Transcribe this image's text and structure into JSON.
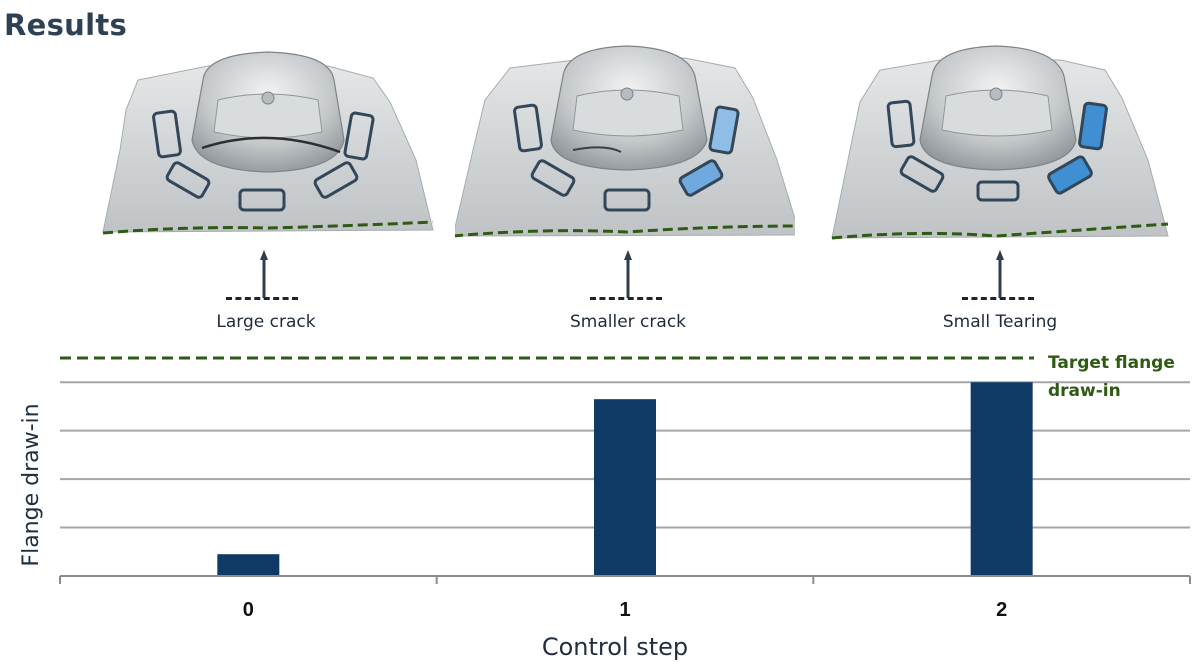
{
  "slide_title": "Results",
  "colors": {
    "title": "#2e4053",
    "bar": "#0f3a66",
    "target_line": "#2f5a14",
    "gridline": "#a6a6a6",
    "marker_box": "#33475b",
    "marker_fill_active": "#3f8fd2"
  },
  "parts": [
    {
      "label": "Large crack",
      "highlighted_regions": 0
    },
    {
      "label": "Smaller crack",
      "highlighted_regions": 2
    },
    {
      "label": "Small Tearing",
      "highlighted_regions": 2
    }
  ],
  "chart_data": {
    "type": "bar",
    "categories": [
      "0",
      "1",
      "2"
    ],
    "values": [
      0.45,
      3.65,
      4.0
    ],
    "xlabel": "Control step",
    "ylabel": "Flange draw-in",
    "ylim": [
      0,
      4.5
    ],
    "gridlines": [
      1,
      2,
      3,
      4
    ],
    "grid": true,
    "target": {
      "value": 4.5,
      "label_line1": "Target flange",
      "label_line2": "draw-in"
    }
  }
}
